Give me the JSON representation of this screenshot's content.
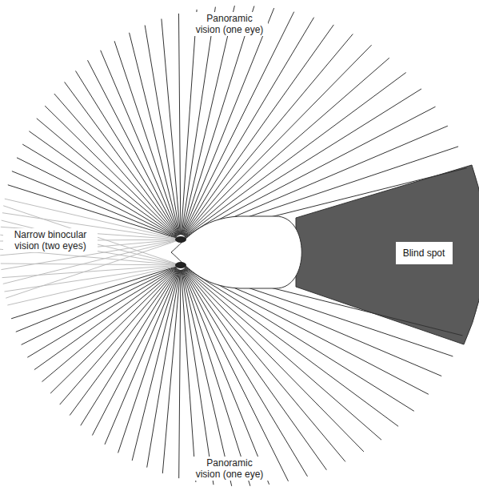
{
  "diagram": {
    "nodes": [
      {
        "text": [
          "Blind spot"
        ]
      }
    ],
    "labels": [
      "Panoramic vision (one eye)",
      "Narrow binocular vision (two eyes)",
      "Panoramic vision (one eye)"
    ]
  }
}
